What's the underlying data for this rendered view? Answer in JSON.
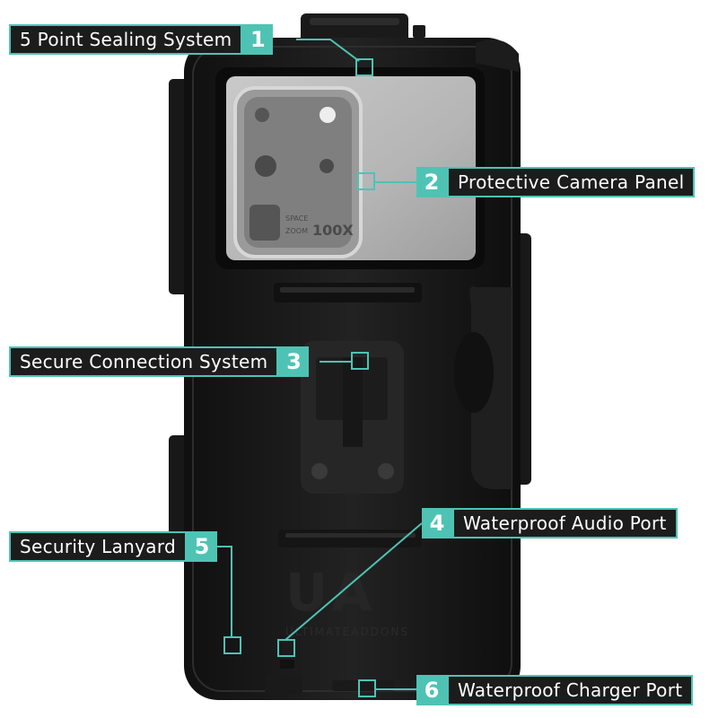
{
  "colors": {
    "accent": "#4ec3b4",
    "label_bg": "#1c1c1c",
    "label_text": "#ffffff",
    "case": "#141414"
  },
  "callouts": [
    {
      "number": "1",
      "label": "5 Point Sealing System"
    },
    {
      "number": "2",
      "label": "Protective Camera Panel"
    },
    {
      "number": "3",
      "label": "Secure Connection System"
    },
    {
      "number": "4",
      "label": "Waterproof Audio Port"
    },
    {
      "number": "5",
      "label": "Security Lanyard"
    },
    {
      "number": "6",
      "label": "Waterproof Charger Port"
    }
  ],
  "camera_text": {
    "small1": "SPACE",
    "small2": "ZOOM",
    "big": "100X"
  },
  "brand_text": "ULTIMATEADDONS",
  "brand_logo": "UA"
}
